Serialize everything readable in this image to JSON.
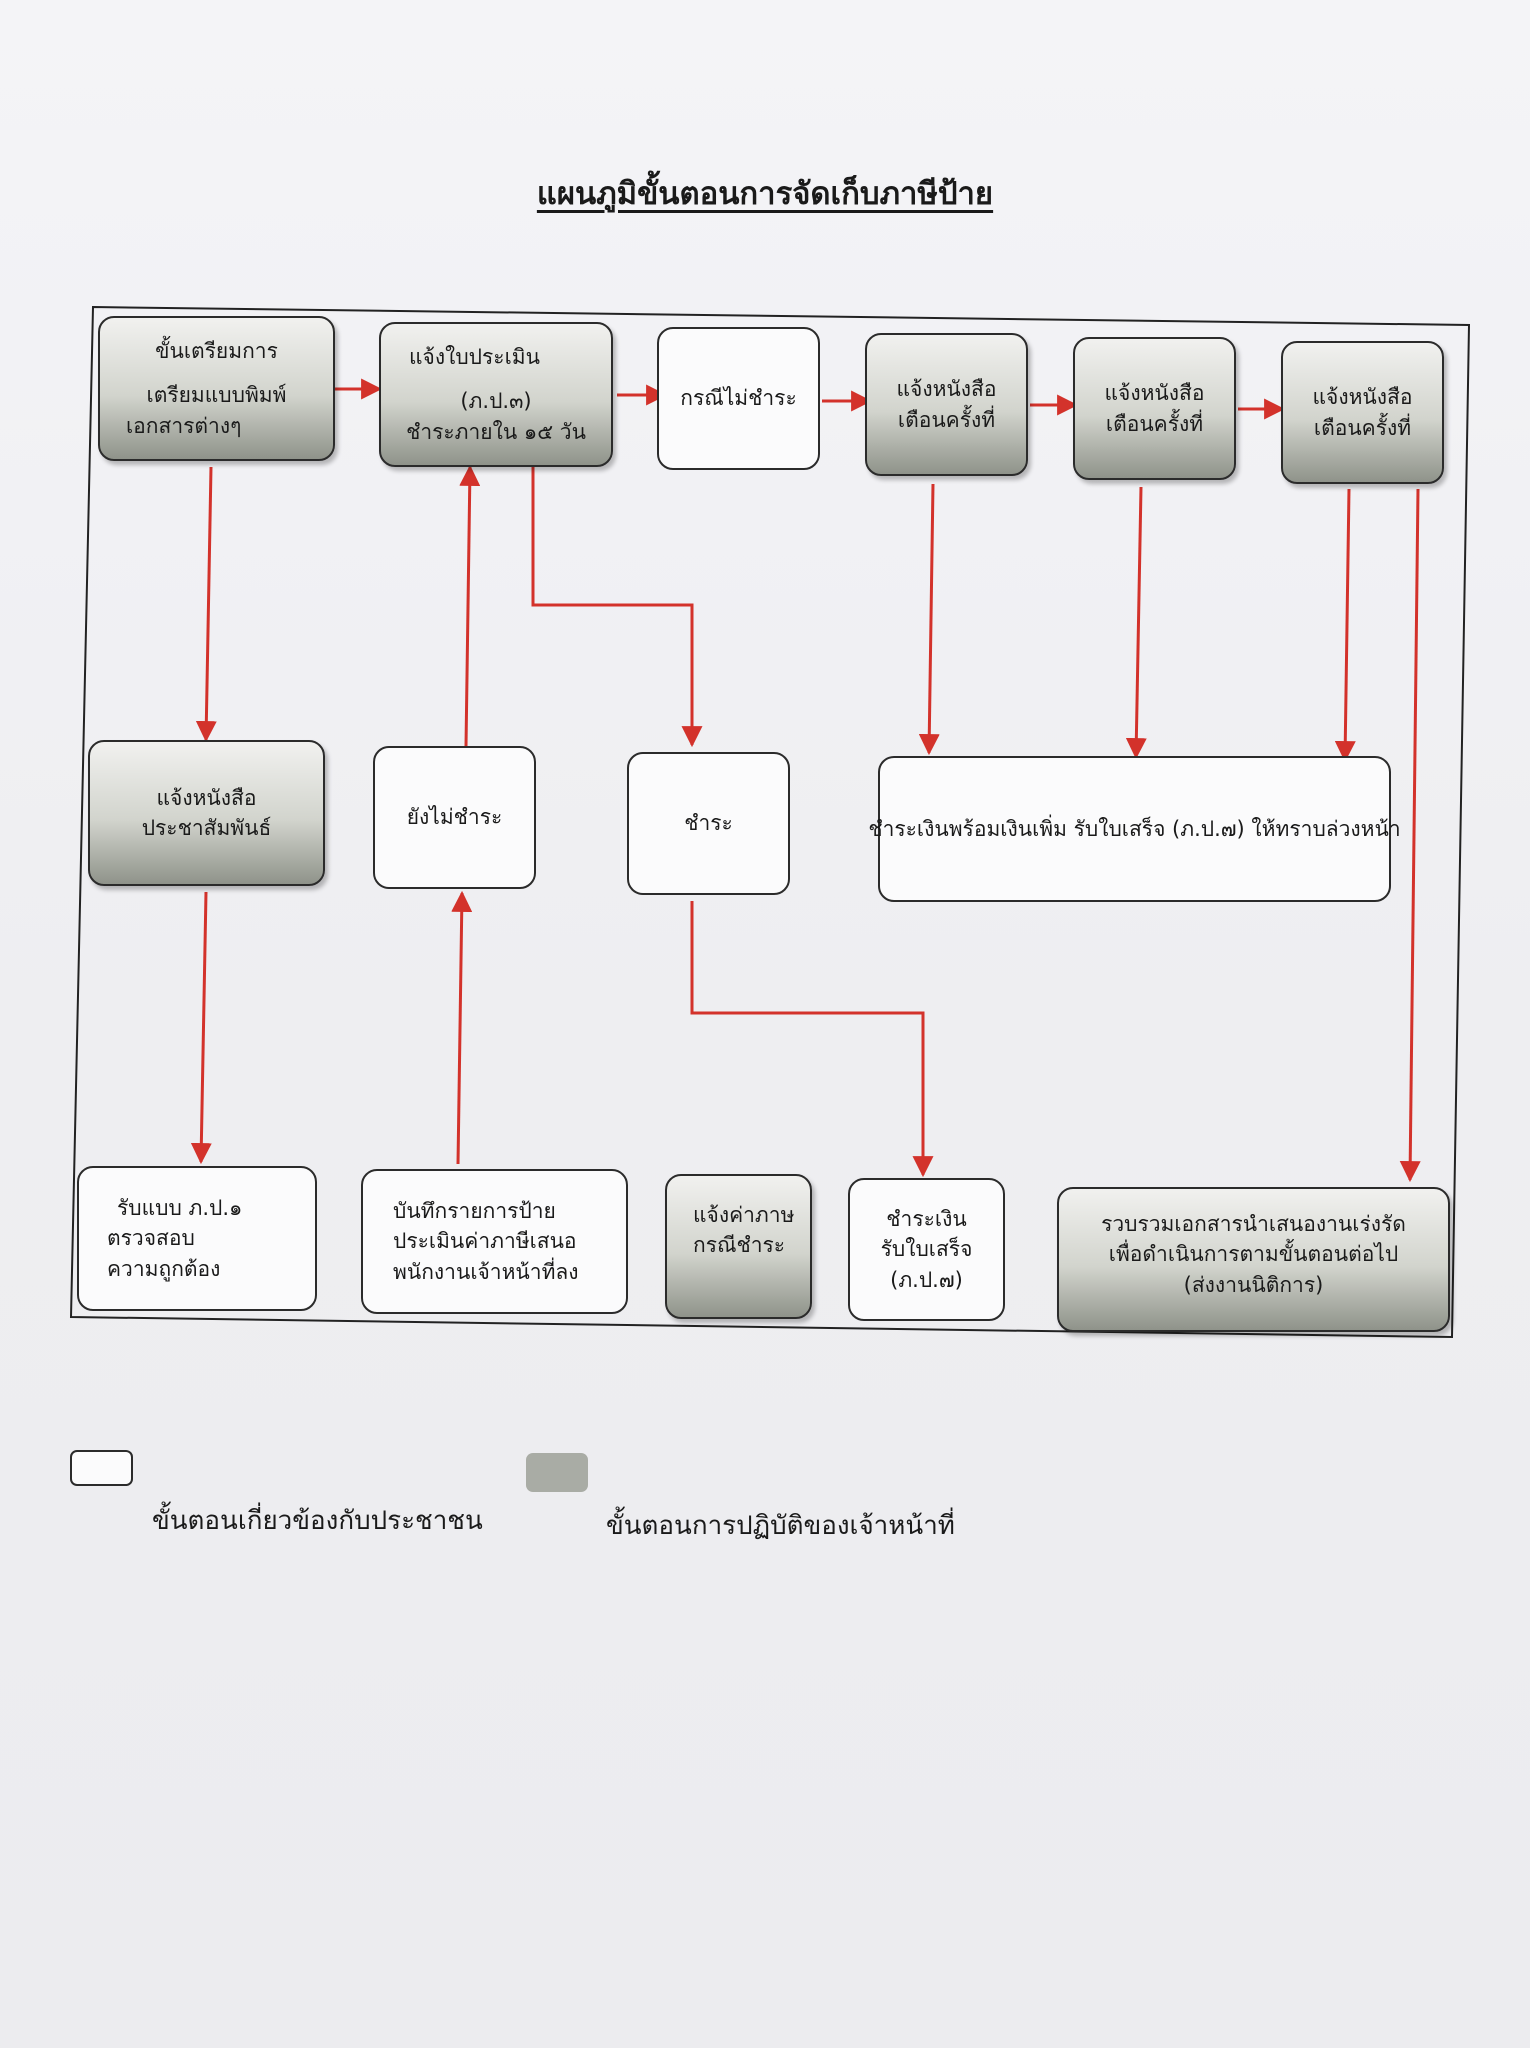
{
  "title": "แผนภูมิขั้นตอนการจัดเก็บภาษีป้าย",
  "boxes": {
    "prep": {
      "lines": [
        "ขั้นเตรียมการ",
        "เตรียมแบบพิมพ์",
        "เอกสารต่างๆ"
      ]
    },
    "assess": {
      "lines": [
        "แจ้งใบประเมิน",
        "(ภ.ป.๓)",
        "ชำระภายใน ๑๕ วัน"
      ]
    },
    "nonpay": {
      "lines": [
        "กรณีไม่ชำระ"
      ]
    },
    "warn1": {
      "lines": [
        "แจ้งหนังสือ",
        "เตือนครั้งที่"
      ]
    },
    "warn2": {
      "lines": [
        "แจ้งหนังสือ",
        "เตือนครั้งที่"
      ]
    },
    "warn3": {
      "lines": [
        "แจ้งหนังสือ",
        "เตือนครั้งที่"
      ]
    },
    "pr": {
      "lines": [
        "แจ้งหนังสือ",
        "ประชาสัมพันธ์"
      ]
    },
    "notpaid": {
      "lines": [
        "ยังไม่ชำระ"
      ]
    },
    "pay": {
      "lines": [
        "ชำระ"
      ]
    },
    "payfine": {
      "lines": [
        "ชำระเงินพร้อมเงินเพิ่ม รับใบเสร็จ (ภ.ป.๗) ให้ทราบล่วงหน้า"
      ]
    },
    "receive": {
      "lines": [
        "รับแบบ ภ.ป.๑",
        "ตรวจสอบ",
        "ความถูกต้อง"
      ]
    },
    "record": {
      "lines": [
        "บันทึกรายการป้าย",
        "ประเมินค่าภาษีเสนอ",
        "พนักงานเจ้าหน้าที่ลง"
      ]
    },
    "notify": {
      "lines": [
        "แจ้งค่าภาษ",
        "กรณีชำระ"
      ]
    },
    "receipt": {
      "lines": [
        "ชำระเงิน",
        "รับใบเสร็จ",
        "(ภ.ป.๗)"
      ]
    },
    "legal": {
      "lines": [
        "รวบรวมเอกสารนำเสนองานเร่งรัด",
        "เพื่อดำเนินการตามขั้นตอนต่อไป",
        "(ส่งงานนิติการ)"
      ]
    }
  },
  "legend": {
    "public": "ขั้นตอนเกี่ยวข้องกับประชาชน",
    "staff": "ขั้นตอนการปฏิบัติของเจ้าหน้าที่"
  },
  "colors": {
    "arrow": "#d3322b",
    "staff_box": "#a9aca5",
    "outline": "#2b2b2b"
  }
}
